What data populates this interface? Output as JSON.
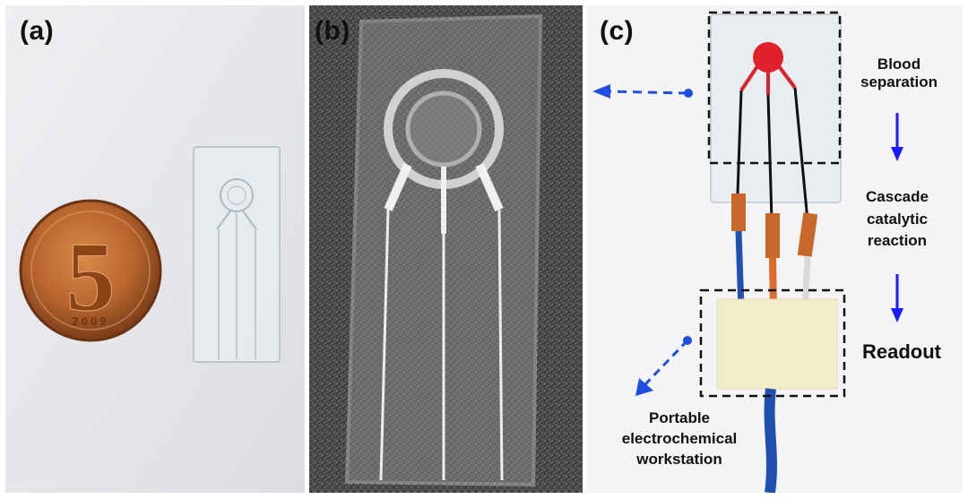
{
  "panels": {
    "a": {
      "label": "(a)",
      "coin": {
        "numeral": "5",
        "year": "2009"
      }
    },
    "b": {
      "label": "(b)"
    },
    "c": {
      "label": "(c)",
      "annotations": {
        "blood_separation": [
          "Blood",
          "separation"
        ],
        "cascade": [
          "Cascade",
          "catalytic",
          "reaction"
        ],
        "readout": "Readout",
        "workstation": [
          "Portable",
          "electrochemical",
          "workstation"
        ]
      }
    }
  },
  "colors": {
    "arrow_blue": "#1a1aff",
    "dashed_arrow_blue": "#1e4fe0",
    "blood_red": "#e0202a",
    "copper": "#c8682a",
    "wire_blue": "#1f4fb0"
  }
}
